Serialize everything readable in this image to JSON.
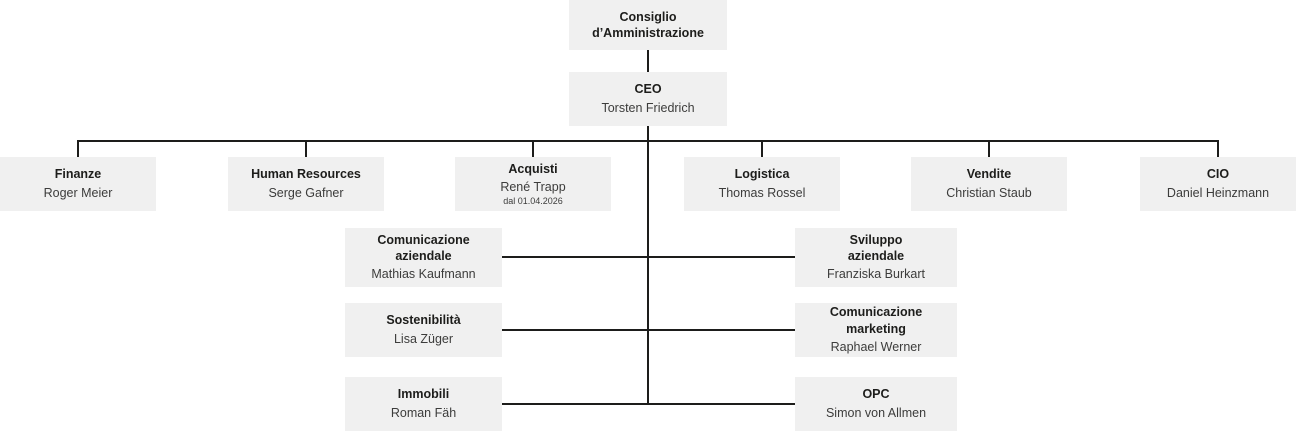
{
  "colors": {
    "box_bg": "#f0f0f0",
    "title_text": "#1d1d1b",
    "name_text": "#3c3c3b",
    "line": "#1d1d1b"
  },
  "org": {
    "board": {
      "title": "Consiglio\nd’Amministrazione"
    },
    "ceo": {
      "title": "CEO",
      "name": "Torsten Friedrich"
    },
    "departments": [
      {
        "title": "Finanze",
        "name": "Roger Meier"
      },
      {
        "title": "Human Resources",
        "name": "Serge Gafner"
      },
      {
        "title": "Acquisti",
        "name": "René Trapp",
        "note": "dal 01.04.2026"
      },
      {
        "title": "Logistica",
        "name": "Thomas Rossel"
      },
      {
        "title": "Vendite",
        "name": "Christian Staub"
      },
      {
        "title": "CIO",
        "name": "Daniel Heinzmann"
      }
    ],
    "staff_left": [
      {
        "title": "Comunicazione\naziendale",
        "name": "Mathias Kaufmann"
      },
      {
        "title": "Sostenibilità",
        "name": "Lisa Züger"
      },
      {
        "title": "Immobili",
        "name": "Roman Fäh"
      }
    ],
    "staff_right": [
      {
        "title": "Sviluppo\naziendale",
        "name": "Franziska Burkart"
      },
      {
        "title": "Comunicazione\nmarketing",
        "name": "Raphael Werner"
      },
      {
        "title": "OPC",
        "name": "Simon von Allmen"
      }
    ]
  }
}
